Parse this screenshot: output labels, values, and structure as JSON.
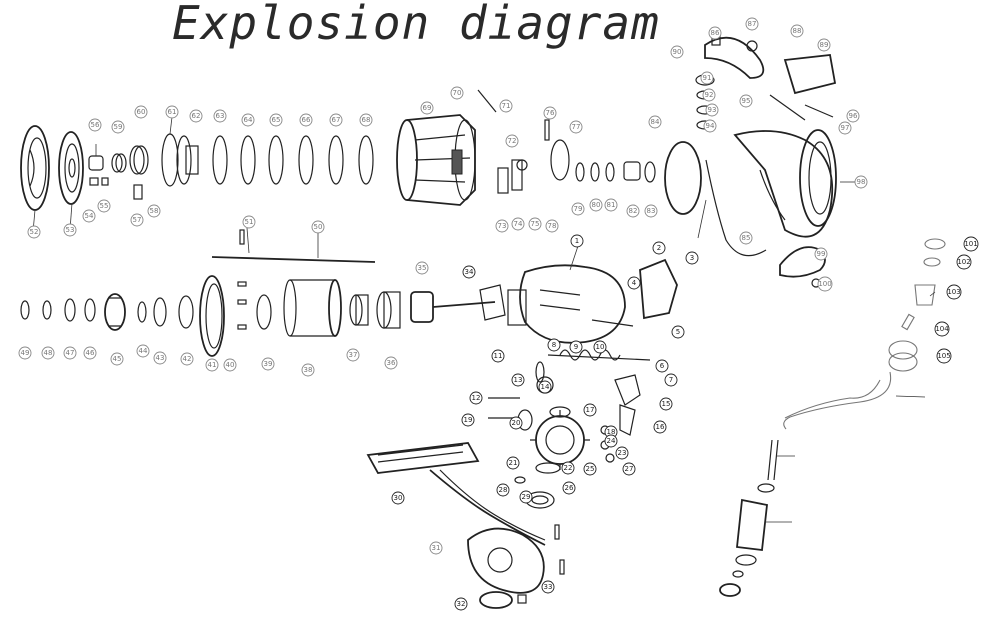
{
  "title": "Explosion diagram",
  "callouts": [
    "1",
    "2",
    "3",
    "4",
    "5",
    "6",
    "7",
    "8",
    "9",
    "10",
    "11",
    "12",
    "13",
    "14",
    "15",
    "16",
    "17",
    "18",
    "19",
    "20",
    "21",
    "22",
    "23",
    "24",
    "25",
    "26",
    "27",
    "28",
    "29",
    "30",
    "31",
    "32",
    "33",
    "34",
    "35",
    "36",
    "37",
    "38",
    "39",
    "40",
    "41",
    "42",
    "43",
    "44",
    "45",
    "46",
    "47",
    "48",
    "49",
    "50",
    "51",
    "52",
    "53",
    "54",
    "55",
    "56",
    "57",
    "58",
    "59",
    "60",
    "61",
    "62",
    "63",
    "64",
    "65",
    "66",
    "67",
    "68",
    "69",
    "70",
    "71",
    "72",
    "73",
    "74",
    "75",
    "76",
    "77",
    "78",
    "79",
    "80",
    "81",
    "82",
    "83",
    "84",
    "85",
    "86",
    "87",
    "88",
    "89",
    "90",
    "91",
    "92",
    "93",
    "94",
    "95",
    "96",
    "97",
    "98",
    "99",
    "100",
    "101",
    "102",
    "103",
    "104",
    "105"
  ]
}
